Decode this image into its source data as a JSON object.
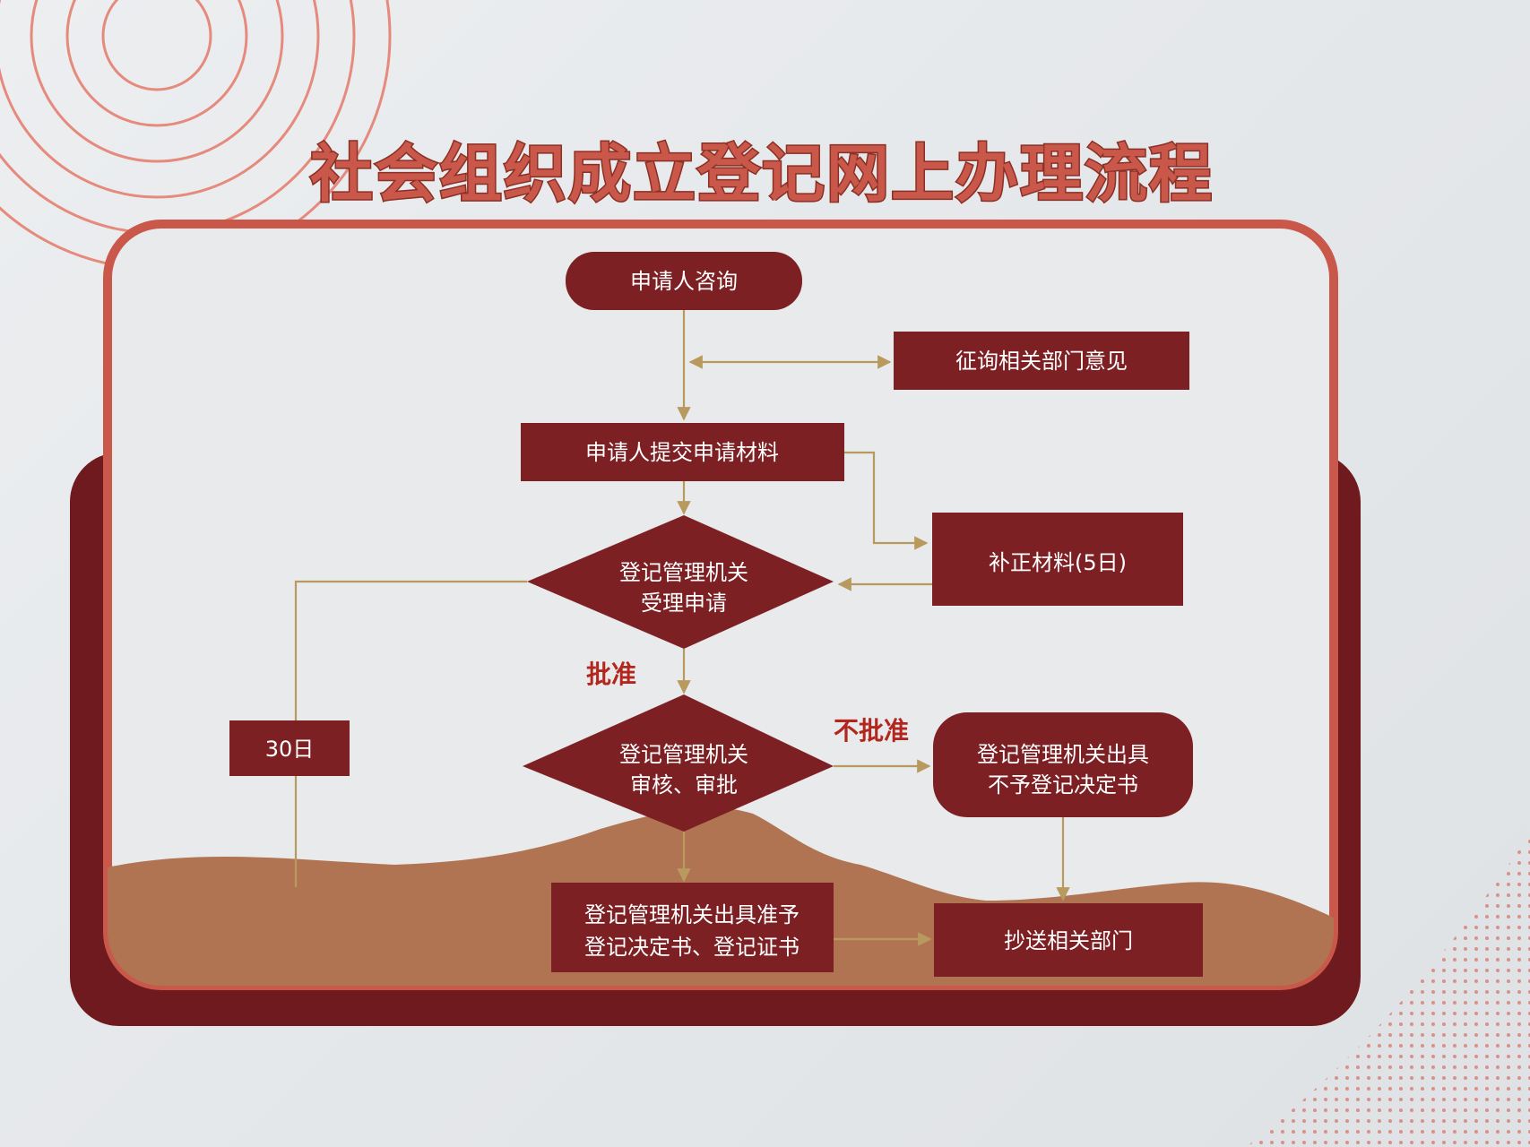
{
  "title": "社会组织成立登记网上办理流程",
  "colors": {
    "title_fill": "#c9574a",
    "node_fill": "#7d2024",
    "frame_outer": "#6e1a1e",
    "frame_border": "#c9574a",
    "mountain": "#b17452",
    "connector": "#b89a5e",
    "label_red": "#b3261e"
  },
  "nodes": {
    "consult": "申请人咨询",
    "solicit": "征询相关部门意见",
    "submit": "申请人提交申请材料",
    "supplement": "补正材料(5日)",
    "accept_line1": "登记管理机关",
    "accept_line2": "受理申请",
    "review_line1": "登记管理机关",
    "review_line2": "审核、审批",
    "reject_line1": "登记管理机关出具",
    "reject_line2": "不予登记决定书",
    "grant_line1": "登记管理机关出具准予",
    "grant_line2": "登记决定书、登记证书",
    "copy": "抄送相关部门",
    "days": "30日"
  },
  "labels": {
    "approve": "批准",
    "reject": "不批准"
  }
}
